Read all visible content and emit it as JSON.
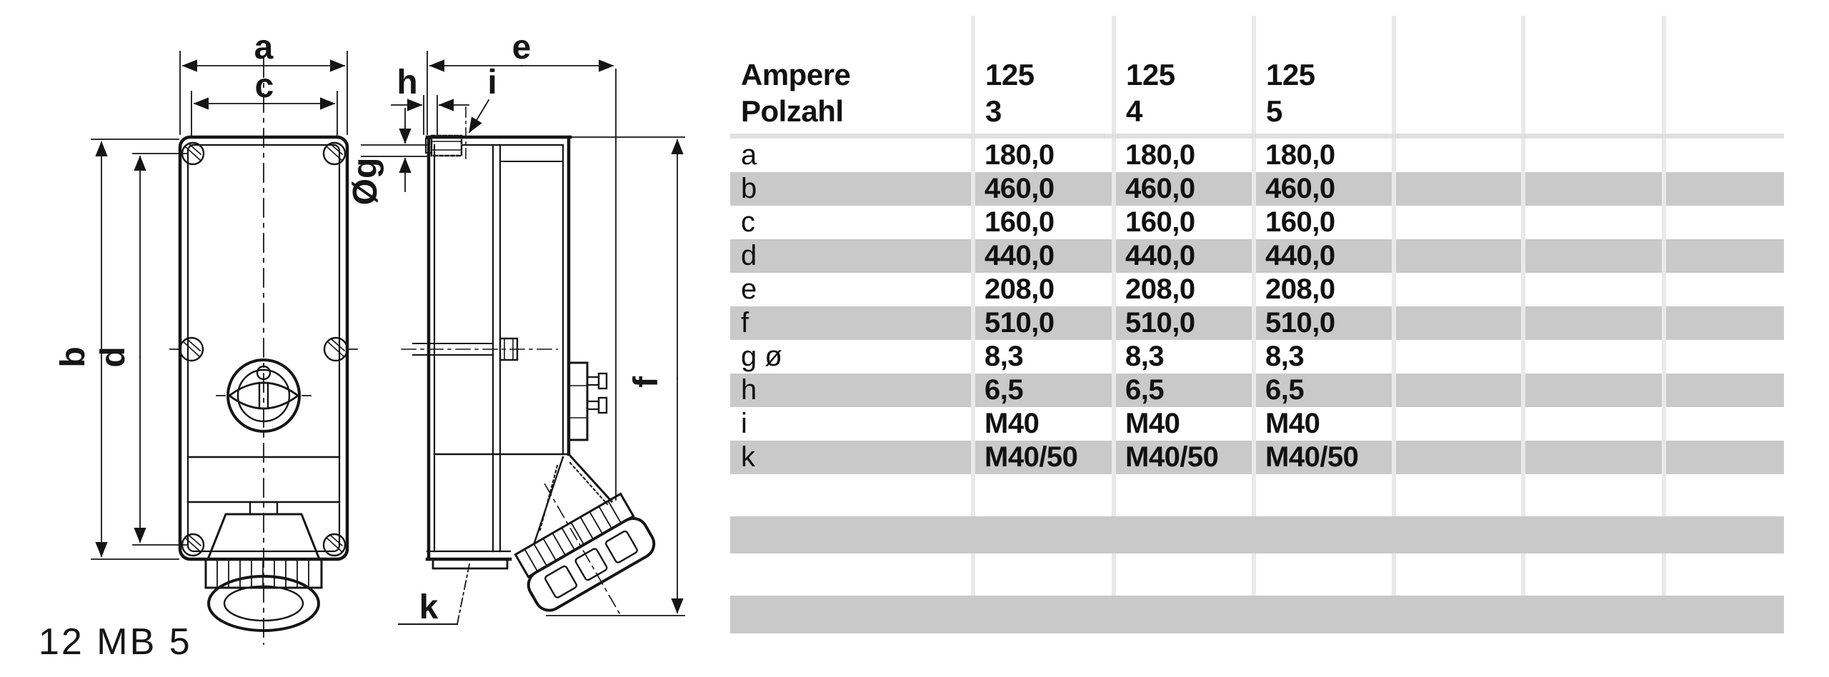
{
  "product_label": "12 MB 5",
  "drawing": {
    "labels": {
      "a": "a",
      "b": "b",
      "c": "c",
      "d": "d",
      "e": "e",
      "f": "f",
      "g_dia": "Øg",
      "h": "h",
      "i": "i",
      "k": "k"
    }
  },
  "table": {
    "header_top": [
      "Ampere",
      "125",
      "125",
      "125",
      "",
      "",
      ""
    ],
    "header_bottom": [
      "Polzahl",
      "3",
      "4",
      "5",
      "",
      "",
      ""
    ],
    "rows": [
      {
        "label": "a",
        "values": [
          "180,0",
          "180,0",
          "180,0",
          "",
          "",
          ""
        ]
      },
      {
        "label": "b",
        "values": [
          "460,0",
          "460,0",
          "460,0",
          "",
          "",
          ""
        ]
      },
      {
        "label": "c",
        "values": [
          "160,0",
          "160,0",
          "160,0",
          "",
          "",
          ""
        ]
      },
      {
        "label": "d",
        "values": [
          "440,0",
          "440,0",
          "440,0",
          "",
          "",
          ""
        ]
      },
      {
        "label": "e",
        "values": [
          "208,0",
          "208,0",
          "208,0",
          "",
          "",
          ""
        ]
      },
      {
        "label": "f",
        "values": [
          "510,0",
          "510,0",
          "510,0",
          "",
          "",
          ""
        ]
      },
      {
        "label": "g ø",
        "values": [
          "8,3",
          "8,3",
          "8,3",
          "",
          "",
          ""
        ]
      },
      {
        "label": "h",
        "values": [
          "6,5",
          "6,5",
          "6,5",
          "",
          "",
          ""
        ]
      },
      {
        "label": "i",
        "values": [
          "M40",
          "M40",
          "M40",
          "",
          "",
          ""
        ]
      },
      {
        "label": "k",
        "values": [
          "M40/50",
          "M40/50",
          "M40/50",
          "",
          "",
          ""
        ]
      }
    ]
  },
  "colors": {
    "row_band": "#c9c9c9",
    "separator": "#e9e9e9",
    "header_rule": "#e0e0e0",
    "line": "#151515"
  }
}
